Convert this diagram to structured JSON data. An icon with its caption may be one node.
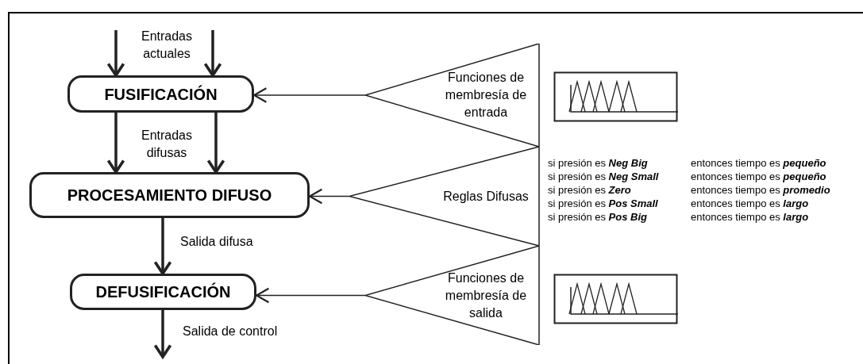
{
  "diagram": {
    "nodes": [
      {
        "text": [
          "FUSIFICACIÓN"
        ]
      },
      {
        "text": [
          "PROCESAMIENTO DIFUSO"
        ]
      },
      {
        "text": [
          "DEFUSIFICACIÓN"
        ]
      },
      {
        "text": [
          "Funciones de membresía de entrada"
        ]
      },
      {
        "text": [
          "Reglas Difusas"
        ]
      },
      {
        "text": [
          "Funciones de membresía de salida"
        ]
      }
    ],
    "edges": [
      {
        "from": null,
        "to": 0,
        "arrow": "to"
      },
      {
        "from": null,
        "to": 0,
        "arrow": "to"
      },
      {
        "from": 0,
        "to": 1,
        "arrow": "to"
      },
      {
        "from": 0,
        "to": 1,
        "arrow": "to"
      },
      {
        "from": 1,
        "to": 2,
        "arrow": "to",
        "label": "Salida difusa"
      },
      {
        "from": 2,
        "to": null,
        "arrow": "to",
        "label": "Salida de control"
      },
      {
        "from": 3,
        "to": 0,
        "arrow": "to"
      },
      {
        "from": 4,
        "to": 1,
        "arrow": "to"
      },
      {
        "from": 5,
        "to": 2,
        "arrow": "to"
      }
    ],
    "labels": [
      "Entradas actuales",
      "Entradas difusas",
      "si presión es **Neg Big**",
      "entonces tiempo es **pequeño**",
      "si presión es **Neg Small**",
      "entonces tiempo es **pequeño**",
      "si presión es **Zero**",
      "entonces tiempo es **promedio**",
      "si presión es **Pos Small**",
      "entonces tiempo es **largo**",
      "si presión es **Pos Big**",
      "entonces tiempo es **largo**"
    ]
  }
}
